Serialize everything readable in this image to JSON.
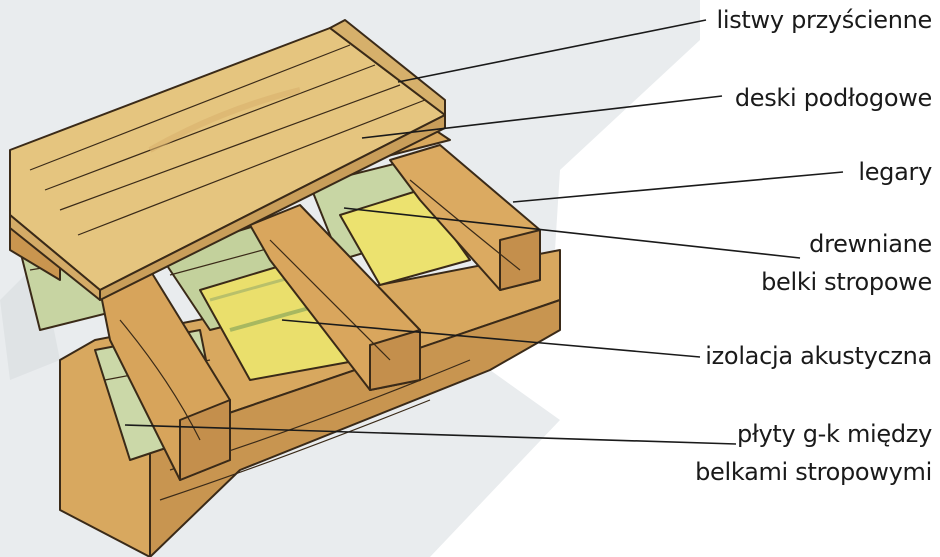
{
  "labels": {
    "baseboards": "listwy przyścienne",
    "floorboards": "deski podłogowe",
    "joists": "legary",
    "ceiling_beams_line1": "drewniane",
    "ceiling_beams_line2": "belki stropowe",
    "acoustic_insulation": "izolacja akustyczna",
    "plasterboard_line1": "płyty g-k między",
    "plasterboard_line2": "belkami stropowymi"
  },
  "colors": {
    "wood_top": "#e6c883",
    "wood_side": "#d3a35c",
    "wood_dark": "#b88744",
    "insulation": "#e8de6a",
    "plasterboard": "#c9d5a6",
    "wall": "#e9ecee"
  }
}
